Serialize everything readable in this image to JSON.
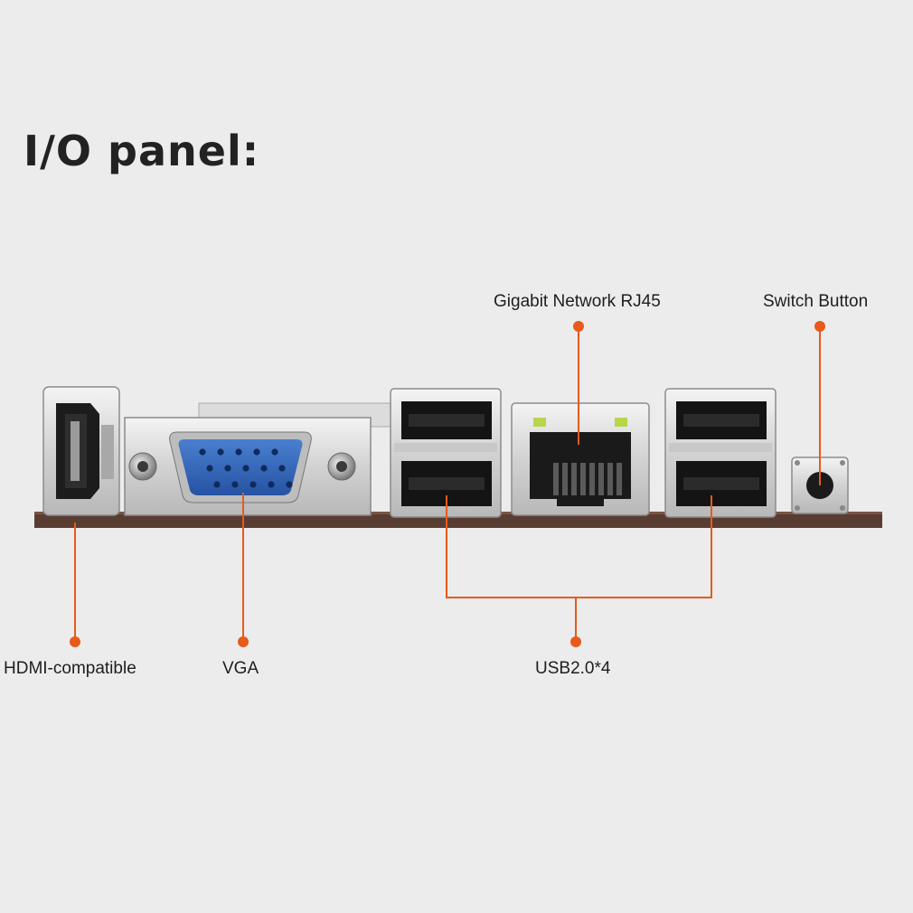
{
  "title": "I/O panel:",
  "colors": {
    "background": "#ececec",
    "accent": "#e85a1b",
    "pcb": "#5a3d32",
    "vga_blue": "#2f63b8",
    "metal": "#d6d6d6"
  },
  "labels": {
    "hdmi": "HDMI-compatible",
    "vga": "VGA",
    "usb": "USB2.0*4",
    "rj45": "Gigabit Network RJ45",
    "switch": "Switch Button"
  },
  "icons": {
    "hdmi": "hdmi-port-icon",
    "vga": "vga-port-icon",
    "usb": "usb-port-icon",
    "rj45": "rj45-port-icon",
    "switch": "push-button-icon"
  }
}
